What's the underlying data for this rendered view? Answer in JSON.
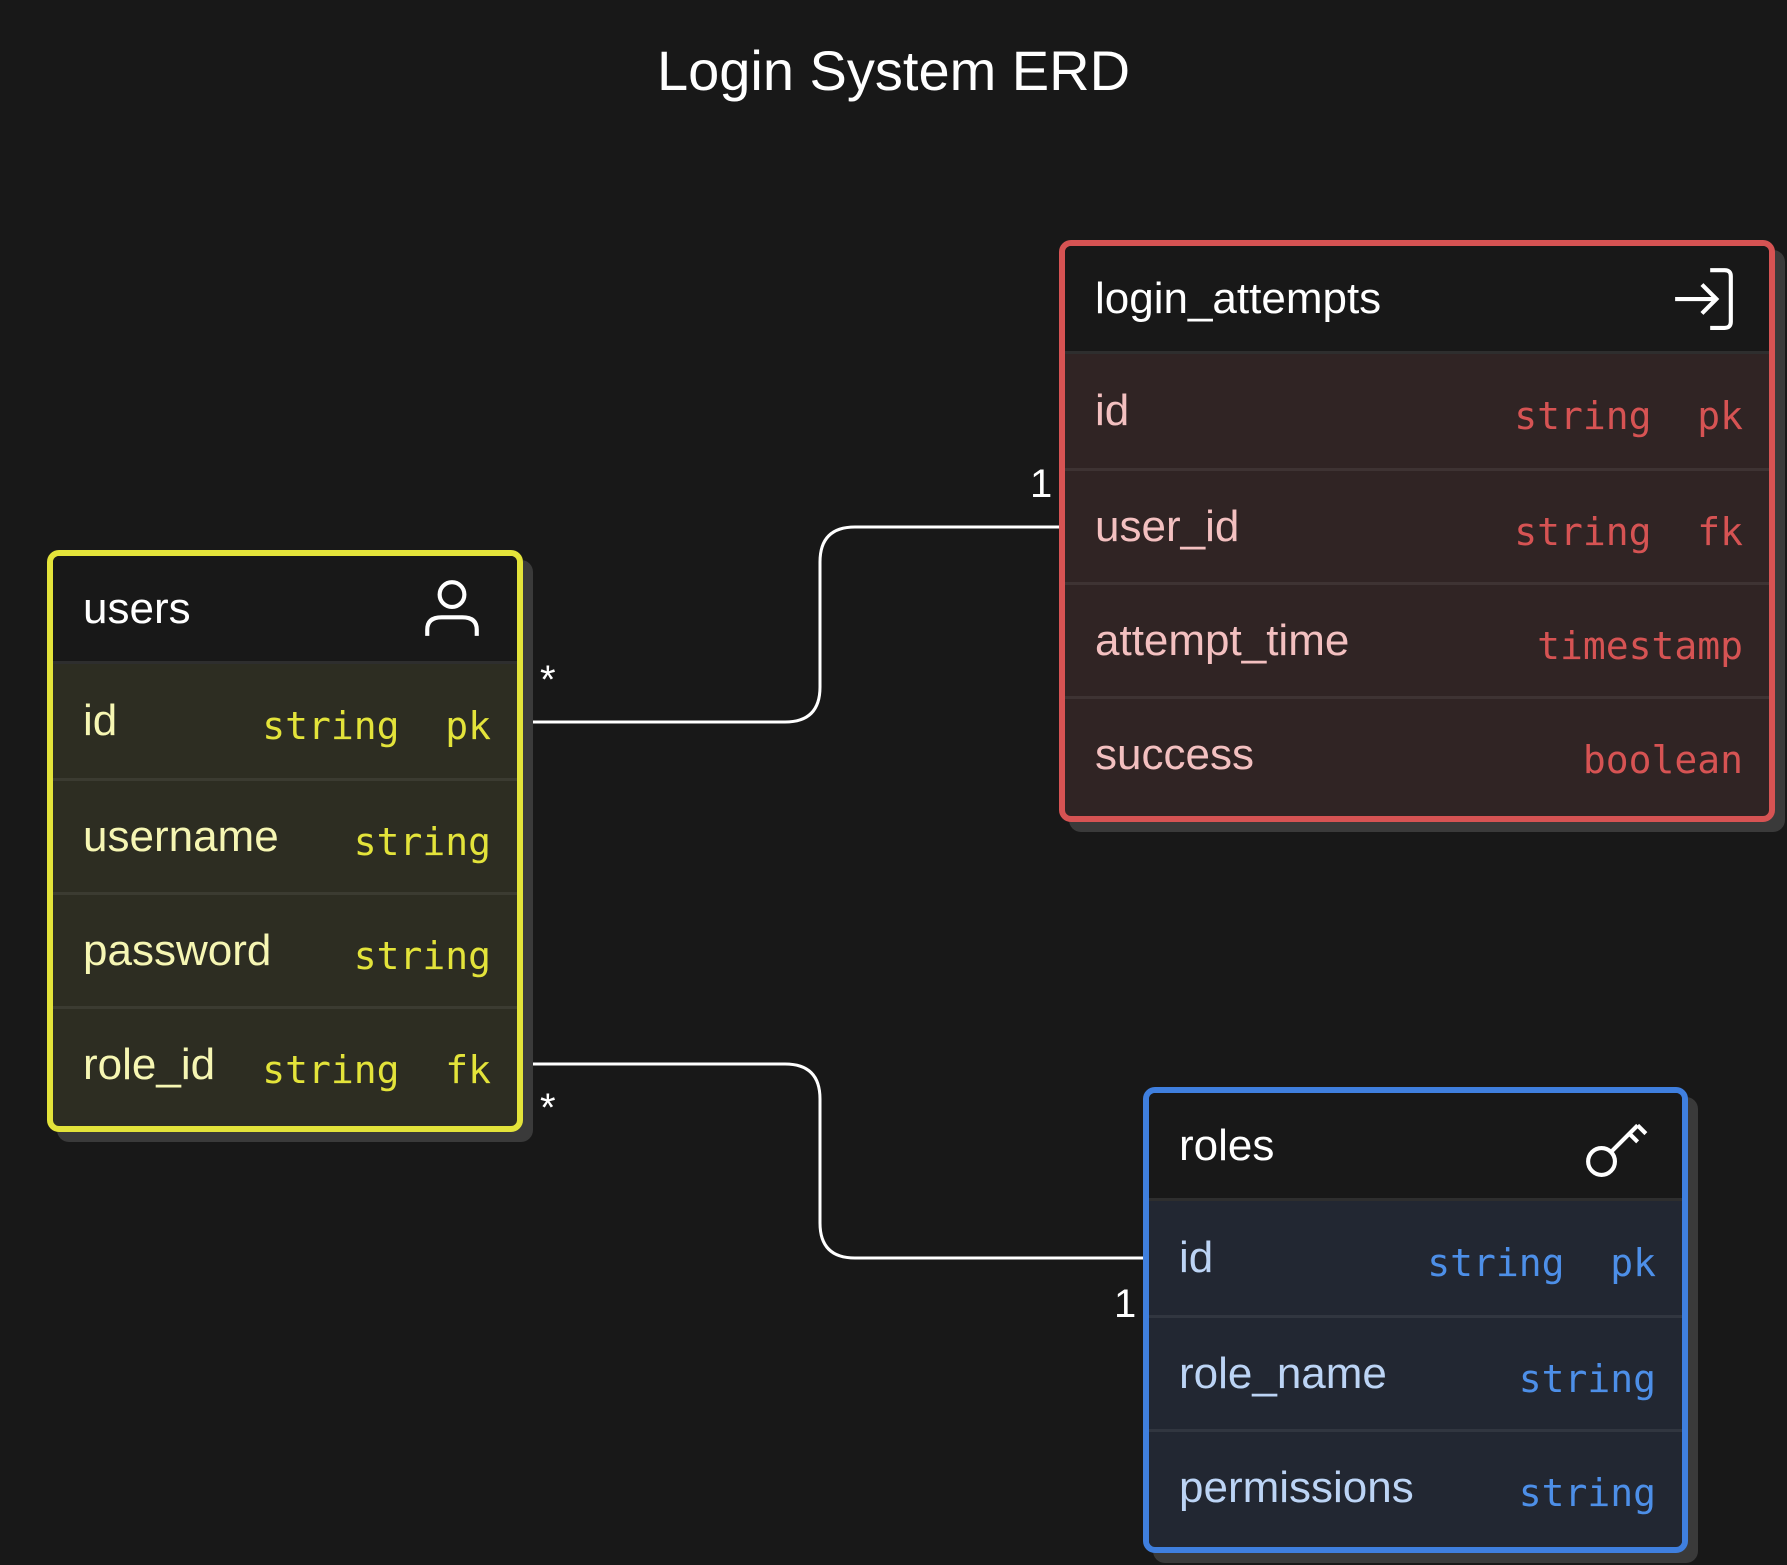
{
  "title": "Login System ERD",
  "entities": {
    "users": {
      "name": "users",
      "icon": "user-icon",
      "border_color": "#e3e33a",
      "row_bg": "#2d2d22",
      "name_color": "#f6f6b3",
      "type_color": "#e3e33a",
      "rows": [
        {
          "name": "id",
          "type": "string  pk"
        },
        {
          "name": "username",
          "type": "string"
        },
        {
          "name": "password",
          "type": "string"
        },
        {
          "name": "role_id",
          "type": "string  fk"
        }
      ]
    },
    "login_attempts": {
      "name": "login_attempts",
      "icon": "login-arrow-icon",
      "border_color": "#d65353",
      "row_bg": "#302424",
      "name_color": "#f3c0c0",
      "type_color": "#d65353",
      "rows": [
        {
          "name": "id",
          "type": "string  pk"
        },
        {
          "name": "user_id",
          "type": "string  fk"
        },
        {
          "name": "attempt_time",
          "type": "timestamp"
        },
        {
          "name": "success",
          "type": "boolean"
        }
      ]
    },
    "roles": {
      "name": "roles",
      "icon": "key-icon",
      "border_color": "#3f7fde",
      "row_bg": "#222732",
      "name_color": "#bcd4f5",
      "type_color": "#4d8fe8",
      "rows": [
        {
          "name": "id",
          "type": "string  pk"
        },
        {
          "name": "role_name",
          "type": "string"
        },
        {
          "name": "permissions",
          "type": "string"
        }
      ]
    }
  },
  "relationships": [
    {
      "from": "users.id",
      "to": "login_attempts.user_id",
      "from_cardinality": "*",
      "to_cardinality": "1"
    },
    {
      "from": "users.role_id",
      "to": "roles.id",
      "from_cardinality": "*",
      "to_cardinality": "1"
    }
  ],
  "link_color": "#ffffff"
}
